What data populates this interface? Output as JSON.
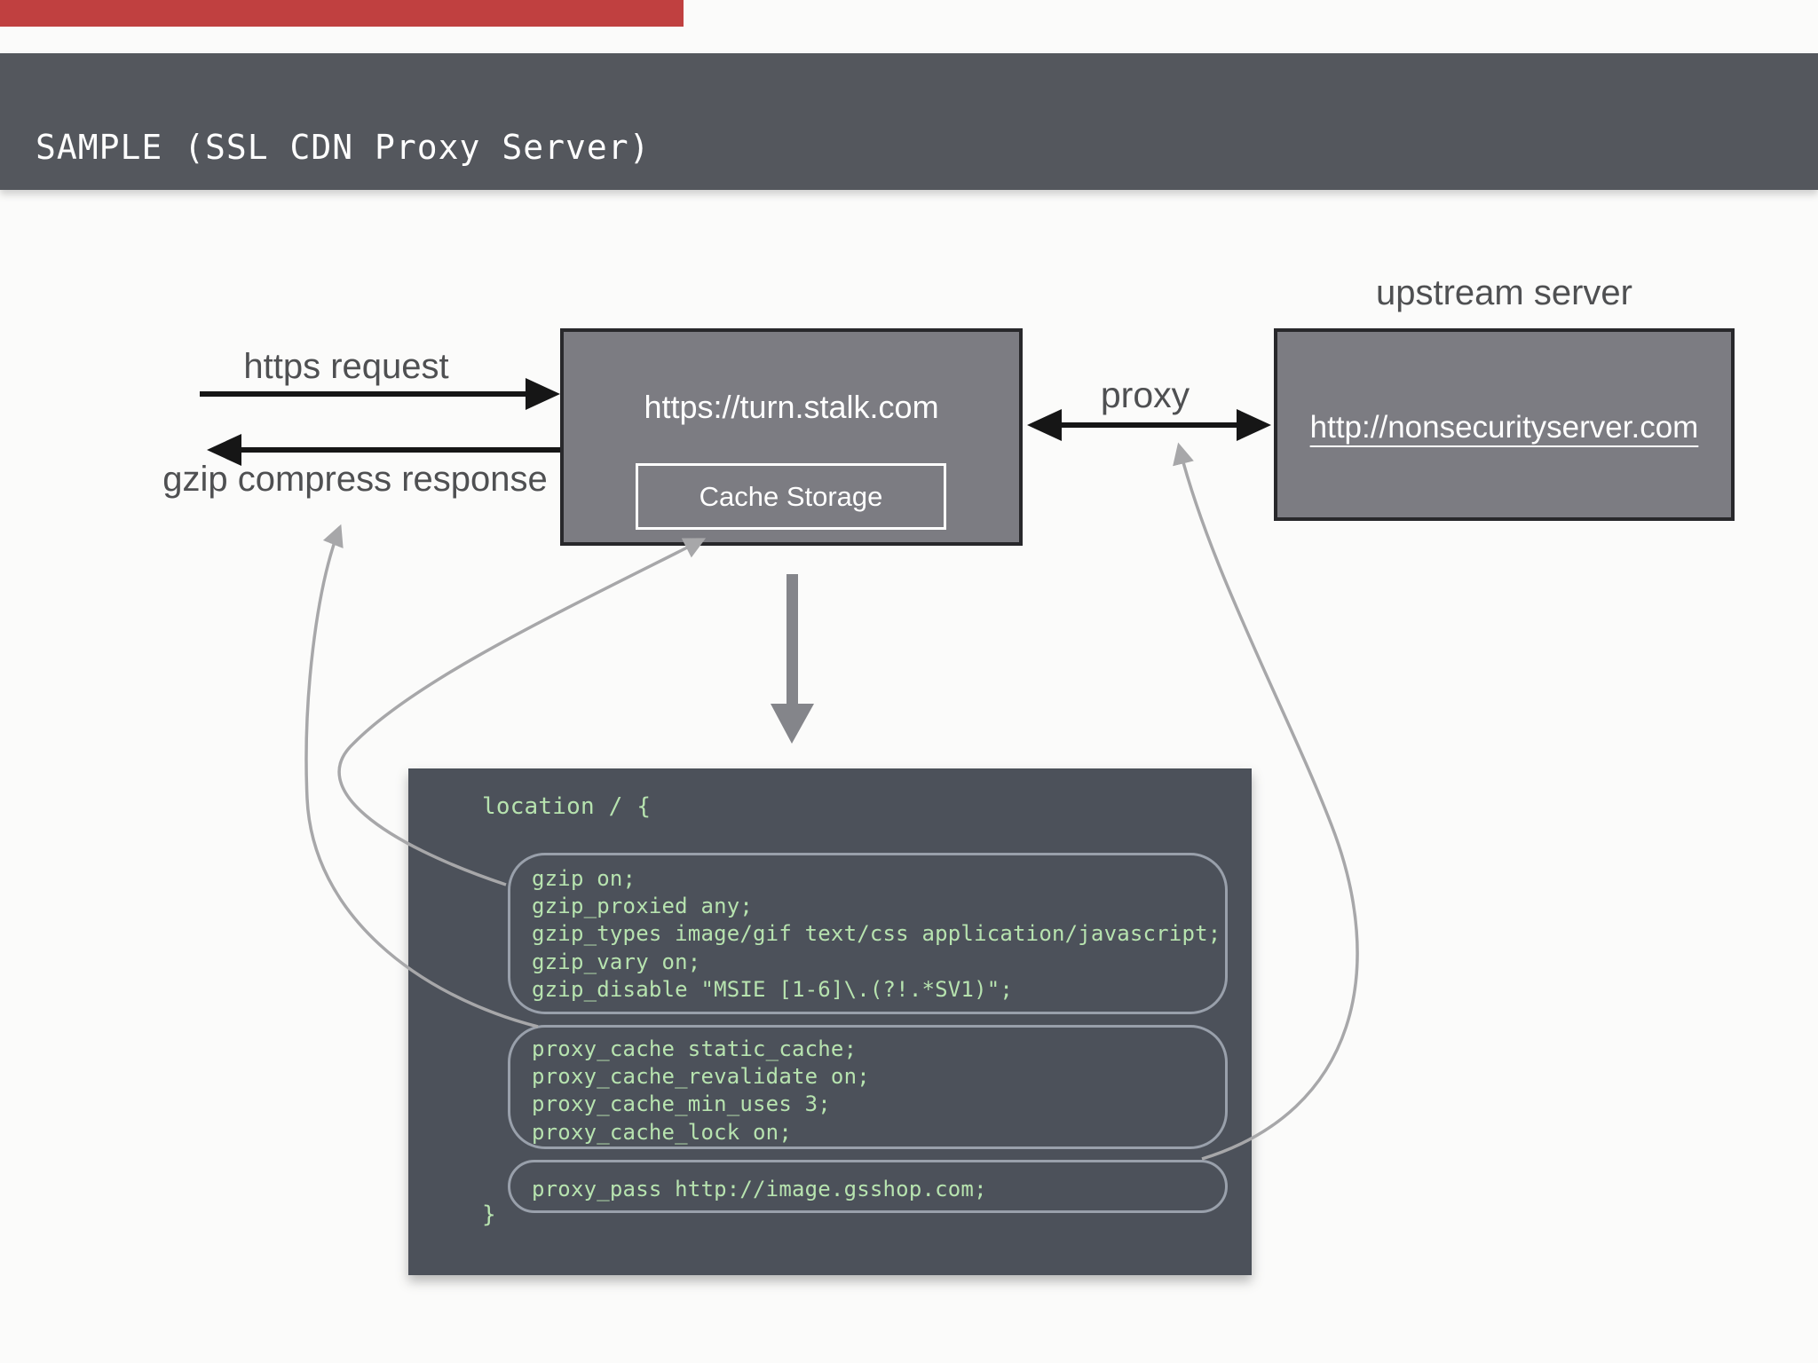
{
  "page": {
    "background": "#fbfbfa",
    "accent_bar_color": "#c04040",
    "colors": {
      "header_bg": "#54575d",
      "box_fill": "#7c7c82",
      "box_border": "#28282b",
      "code_panel_bg": "#4c515a",
      "code_text": "#b7e3af",
      "code_group_outline": "#99a0ab",
      "curve_arrow": "#a7a7a9",
      "label_text": "#4f5052",
      "black_arrow": "#161616",
      "down_arrow": "#84858a"
    }
  },
  "header": {
    "title": "SAMPLE (SSL CDN Proxy Server)"
  },
  "diagram": {
    "labels": {
      "https_request": "https request",
      "gzip_response": "gzip compress response",
      "proxy": "proxy",
      "upstream": "upstream server"
    },
    "proxy_box": {
      "url": "https://turn.stalk.com",
      "cache_label": "Cache Storage"
    },
    "upstream_box": {
      "url": "http://nonsecurityserver.com"
    }
  },
  "code": {
    "open_line": "location / {",
    "close_line": "}",
    "groups": [
      {
        "lines": [
          "gzip on;",
          "gzip_proxied any;",
          "gzip_types image/gif text/css application/javascript;",
          "gzip_vary on;",
          "gzip_disable \"MSIE [1-6]\\.(?!.*SV1)\";"
        ]
      },
      {
        "lines": [
          "proxy_cache static_cache;",
          "proxy_cache_revalidate on;",
          "proxy_cache_min_uses 3;",
          "proxy_cache_lock on;"
        ]
      },
      {
        "lines": [
          "proxy_pass http://image.gsshop.com;"
        ]
      }
    ]
  }
}
